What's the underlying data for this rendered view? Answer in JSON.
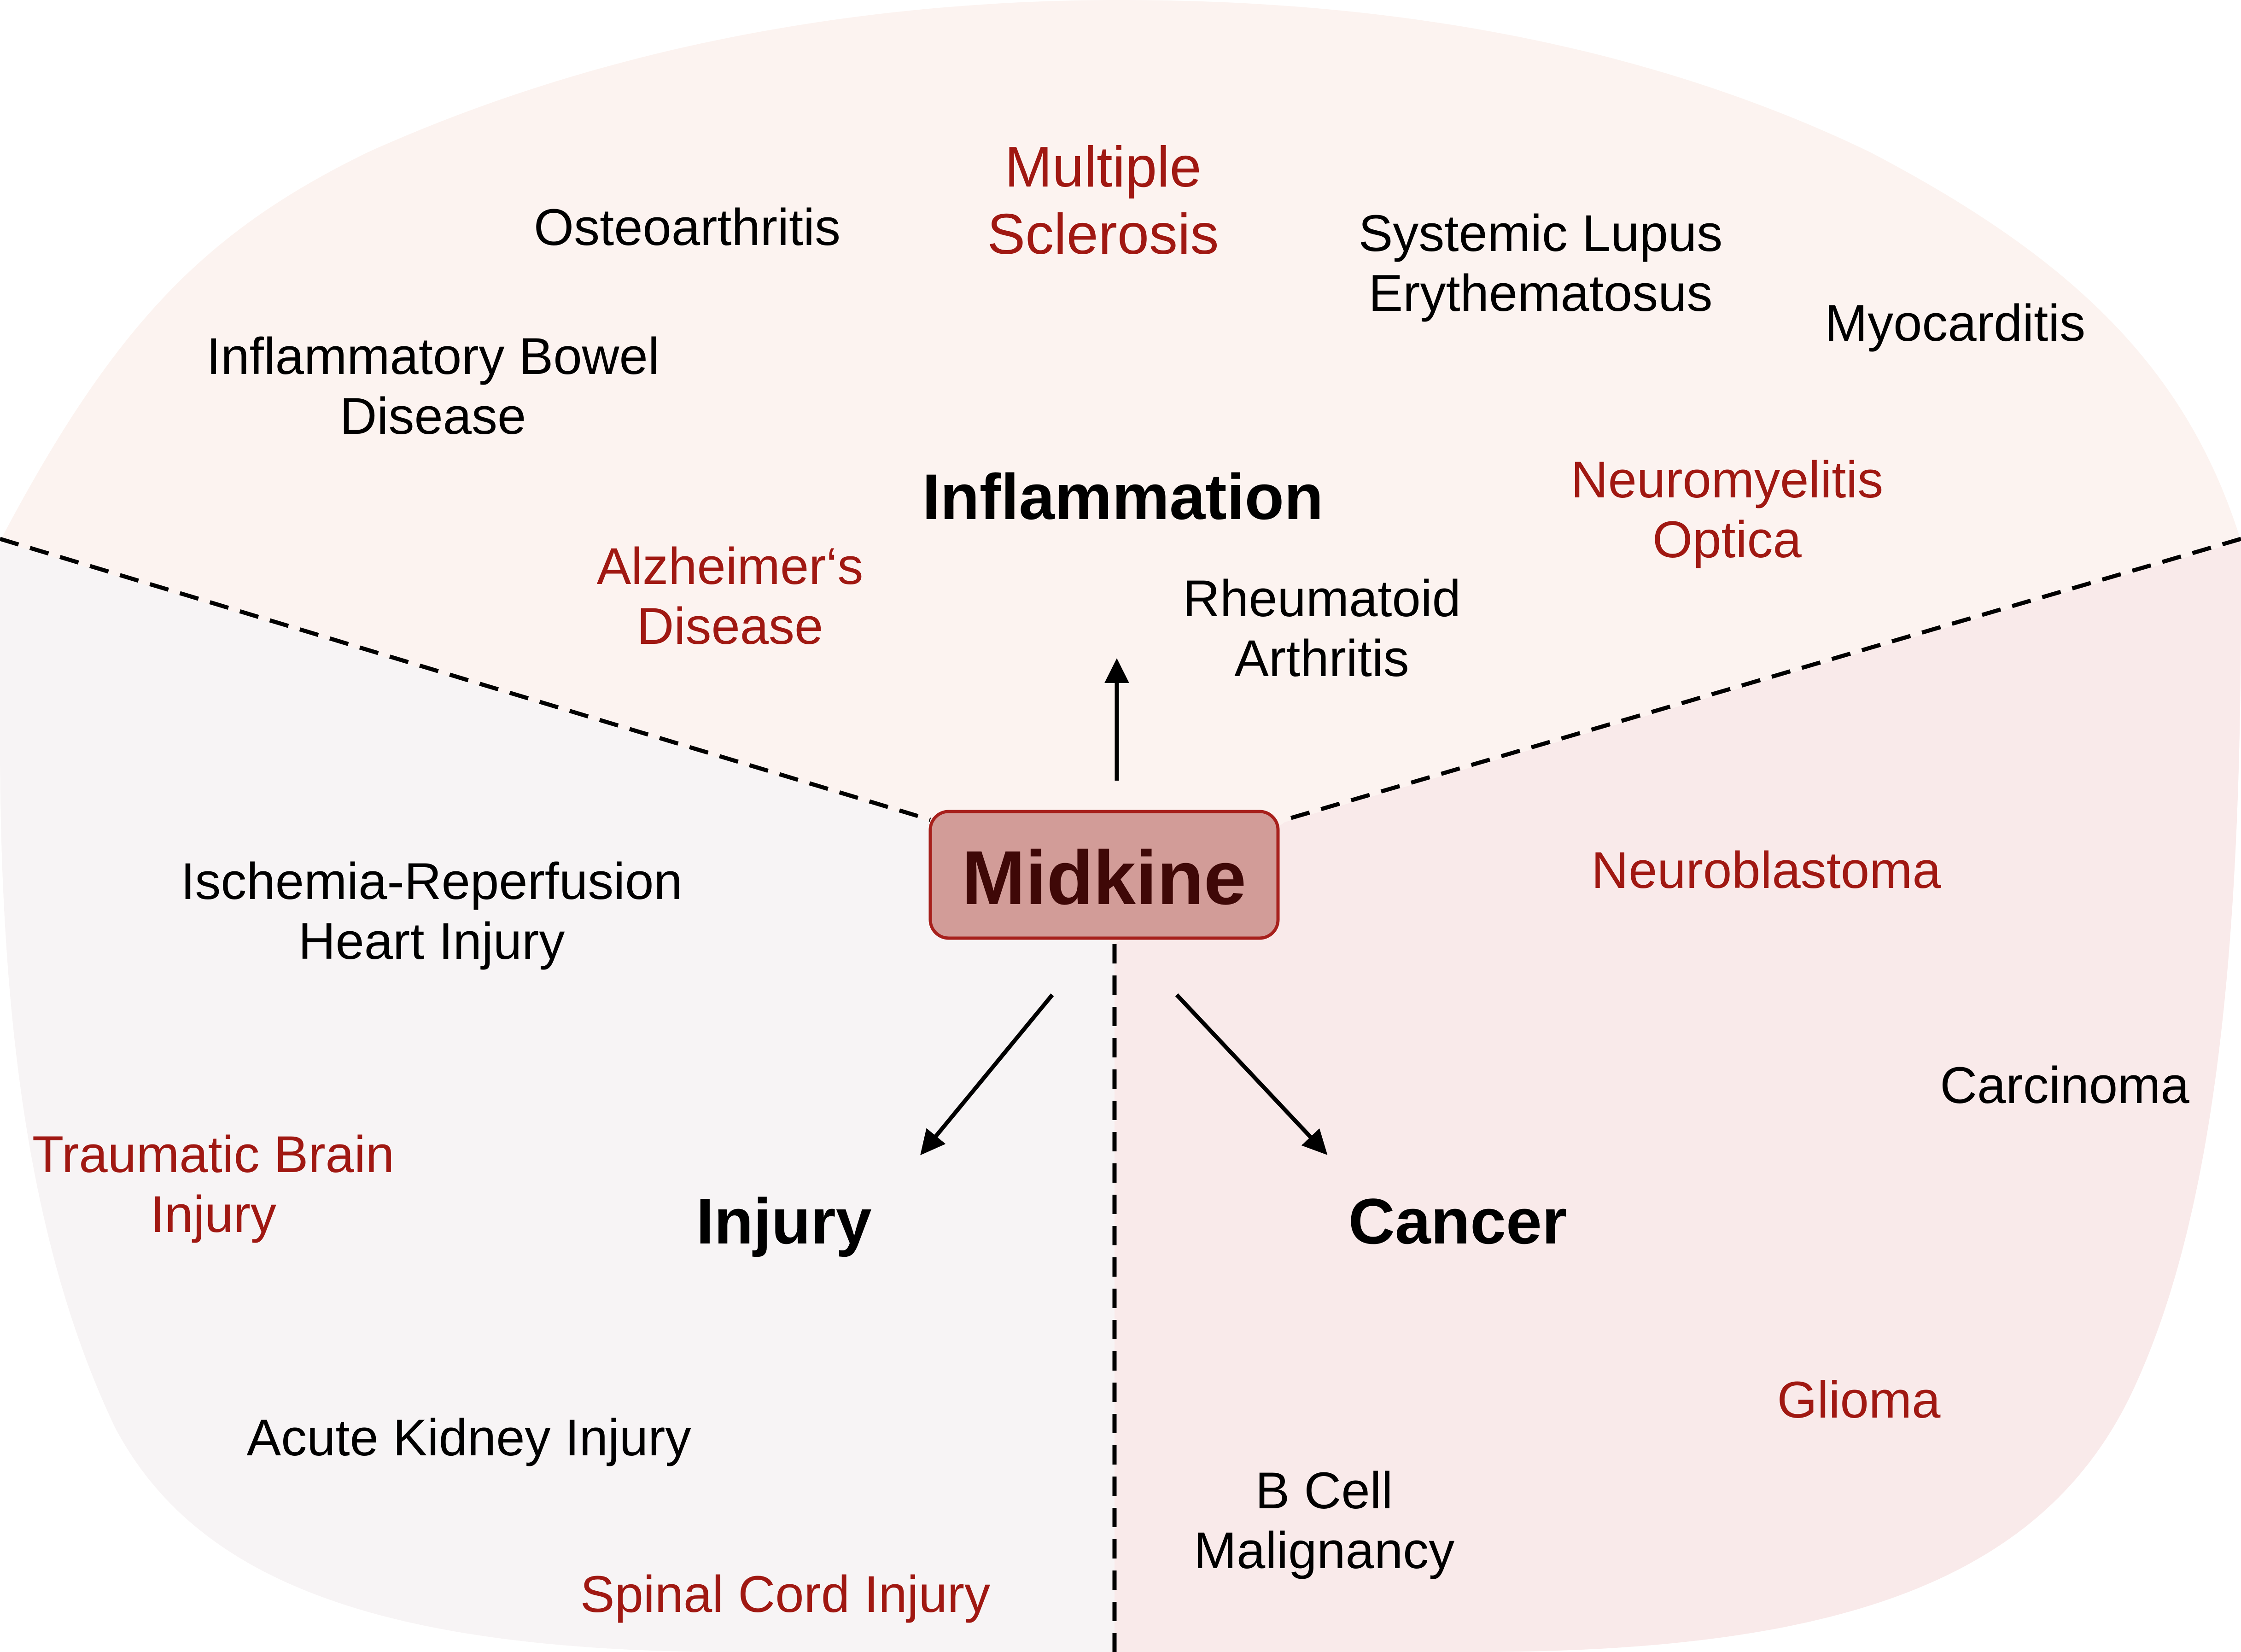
{
  "colors": {
    "inflammation_region": "#FCF3F0",
    "injury_region": "#F7F4F5",
    "cancer_region": "#F9EAEA",
    "center_fill": "#D29C98",
    "center_stroke": "#A7201C",
    "center_text": "#3F0807",
    "highlight_text": "#A01812",
    "normal_text": "#000000",
    "divider": "#000000"
  },
  "center": {
    "label": "Midkine"
  },
  "categories": {
    "inflammation": "Inflammation",
    "injury": "Injury",
    "cancer": "Cancer"
  },
  "inflammation": {
    "multiple_sclerosis": [
      "Multiple",
      "Sclerosis"
    ],
    "osteoarthritis": [
      "Osteoarthritis"
    ],
    "systemic_lupus": [
      "Systemic Lupus",
      "Erythematosus"
    ],
    "myocarditis": [
      "Myocarditis"
    ],
    "ibd": [
      "Inflammatory Bowel",
      "Disease"
    ],
    "neuromyelitis": [
      "Neuromyelitis",
      "Optica"
    ],
    "alzheimers": [
      "Alzheimer‘s",
      "Disease"
    ],
    "rheumatoid": [
      "Rheumatoid",
      "Arthritis"
    ]
  },
  "injury": {
    "ischemia": [
      "Ischemia-Reperfusion",
      "Heart Injury"
    ],
    "tbi": [
      "Traumatic Brain",
      "Injury"
    ],
    "aki": [
      "Acute Kidney Injury"
    ],
    "sci": [
      "Spinal Cord Injury"
    ]
  },
  "cancer": {
    "neuroblastoma": [
      "Neuroblastoma"
    ],
    "carcinoma": [
      "Carcinoma"
    ],
    "glioma": [
      "Glioma"
    ],
    "bcell": [
      "B Cell",
      "Malignancy"
    ]
  }
}
